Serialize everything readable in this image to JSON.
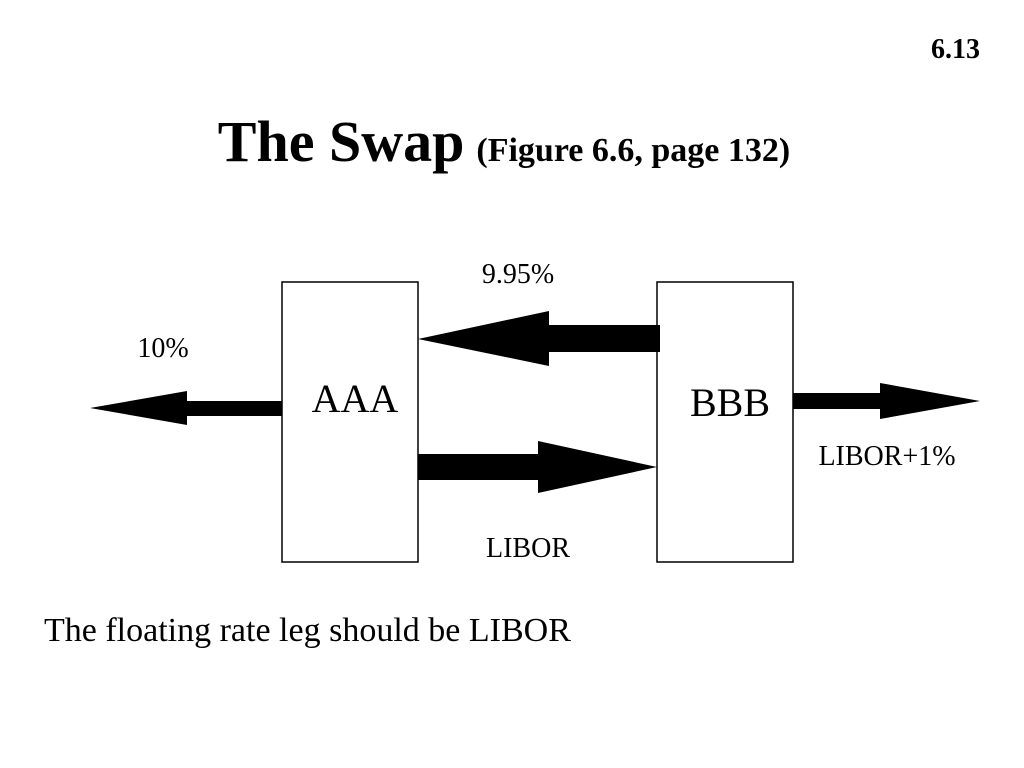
{
  "slide_number": "6.13",
  "title": {
    "main": "The Swap",
    "subtitle": "(Figure 6.6, page 132)"
  },
  "diagram": {
    "parties": {
      "left": "AAA",
      "right": "BBB"
    },
    "flows": {
      "aaa_outside": "10%",
      "bbb_to_aaa": "9.95%",
      "aaa_to_bbb": "LIBOR",
      "bbb_outside": "LIBOR+1%"
    }
  },
  "note": "The floating rate leg should be LIBOR",
  "colors": {
    "background": "#ffffff",
    "foreground": "#000000"
  }
}
